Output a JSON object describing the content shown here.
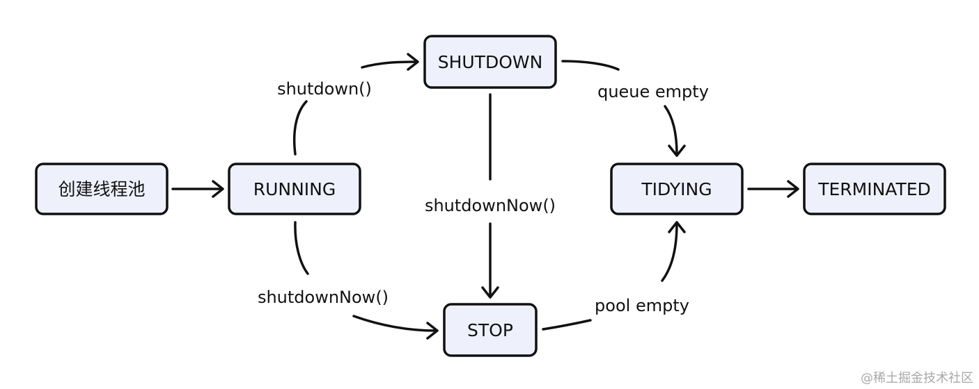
{
  "nodes": {
    "create": "创建线程池",
    "running": "RUNNING",
    "shutdown": "SHUTDOWN",
    "stop": "STOP",
    "tidying": "TIDYING",
    "terminated": "TERMINATED"
  },
  "edges": {
    "running_to_shutdown": "shutdown()",
    "running_to_stop": "shutdownNow()",
    "shutdown_to_stop": "shutdownNow()",
    "shutdown_to_tidying": "queue empty",
    "stop_to_tidying": "pool empty"
  },
  "watermark": "@稀土掘金技术社区",
  "colors": {
    "node_fill": "#eef1fb",
    "stroke": "#111111",
    "watermark": "#a8a8a8"
  }
}
